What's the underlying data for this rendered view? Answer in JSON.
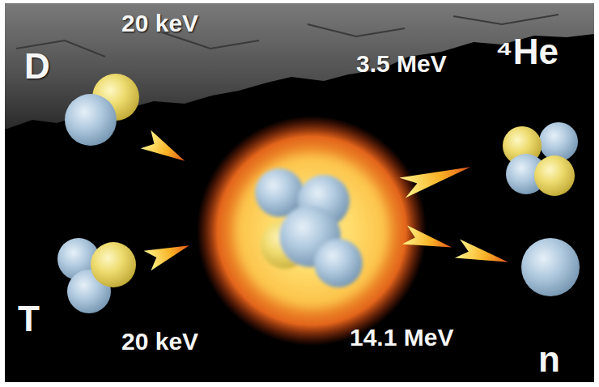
{
  "diagram": {
    "nodes": [
      {
        "text": [
          "D"
        ]
      },
      {
        "text": [
          "T"
        ]
      },
      {
        "text": [
          "⁴He"
        ]
      },
      {
        "text": [
          "n"
        ]
      }
    ],
    "labels": [
      "20 keV",
      "3.5 MeV",
      "20 keV",
      "14.1 MeV"
    ]
  }
}
